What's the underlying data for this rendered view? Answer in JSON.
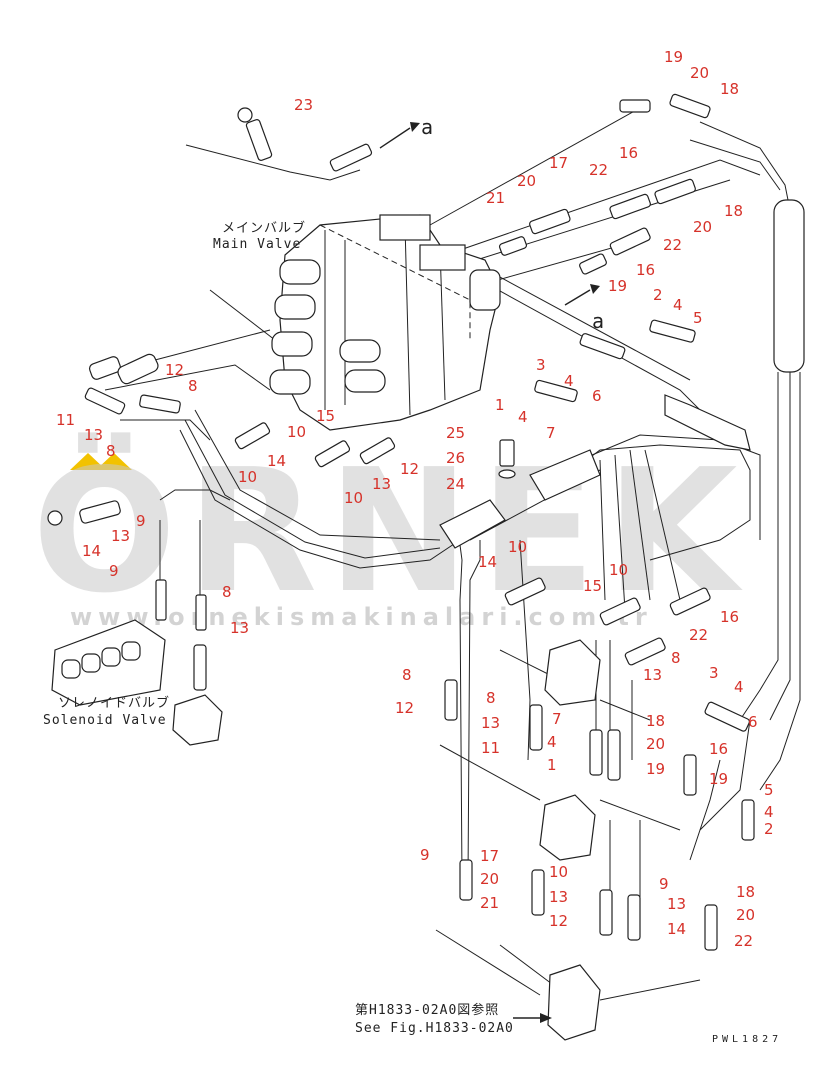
{
  "labels": {
    "main_valve_jp": "メインバルブ",
    "main_valve_en": "Main Valve",
    "solenoid_valve_jp": "ソレノイドバルブ",
    "solenoid_valve_en": "Solenoid Valve",
    "see_fig_jp": "第H1833-02A0図参照",
    "see_fig_en": "See Fig.H1833-02A0",
    "drawing_code": "PWL1827",
    "arrow_a_top": "a",
    "arrow_a_mid": "a"
  },
  "watermark": {
    "brand": "ÖRNEK",
    "url": "www.ornekismakinalari.com.tr",
    "accent_color": "#f2c200"
  },
  "colors": {
    "callout": "#d6322a",
    "line": "#222222"
  },
  "callouts": [
    {
      "id": "c1",
      "text": "19"
    },
    {
      "id": "c2",
      "text": "20"
    },
    {
      "id": "c3",
      "text": "18"
    },
    {
      "id": "c4",
      "text": "23"
    },
    {
      "id": "c5",
      "text": "17"
    },
    {
      "id": "c6",
      "text": "16"
    },
    {
      "id": "c7",
      "text": "20"
    },
    {
      "id": "c8",
      "text": "21"
    },
    {
      "id": "c9",
      "text": "22"
    },
    {
      "id": "c10",
      "text": "18"
    },
    {
      "id": "c11",
      "text": "22"
    },
    {
      "id": "c12",
      "text": "20"
    },
    {
      "id": "c13",
      "text": "16"
    },
    {
      "id": "c14",
      "text": "19"
    },
    {
      "id": "c15",
      "text": "2"
    },
    {
      "id": "c16",
      "text": "4"
    },
    {
      "id": "c17",
      "text": "5"
    },
    {
      "id": "c18",
      "text": "3"
    },
    {
      "id": "c19",
      "text": "4"
    },
    {
      "id": "c20",
      "text": "6"
    },
    {
      "id": "c21",
      "text": "1"
    },
    {
      "id": "c22",
      "text": "4"
    },
    {
      "id": "c23",
      "text": "7"
    },
    {
      "id": "c24",
      "text": "12"
    },
    {
      "id": "c25",
      "text": "8"
    },
    {
      "id": "c26",
      "text": "11"
    },
    {
      "id": "c27",
      "text": "13"
    },
    {
      "id": "c28",
      "text": "8"
    },
    {
      "id": "c29",
      "text": "10"
    },
    {
      "id": "c30",
      "text": "15"
    },
    {
      "id": "c31",
      "text": "14"
    },
    {
      "id": "c32",
      "text": "10"
    },
    {
      "id": "c33",
      "text": "12"
    },
    {
      "id": "c34",
      "text": "10"
    },
    {
      "id": "c35",
      "text": "13"
    },
    {
      "id": "c36",
      "text": "25"
    },
    {
      "id": "c37",
      "text": "26"
    },
    {
      "id": "c38",
      "text": "24"
    },
    {
      "id": "c39",
      "text": "9"
    },
    {
      "id": "c40",
      "text": "13"
    },
    {
      "id": "c41",
      "text": "14"
    },
    {
      "id": "c42",
      "text": "9"
    },
    {
      "id": "c43",
      "text": "8"
    },
    {
      "id": "c44",
      "text": "13"
    },
    {
      "id": "c45",
      "text": "10"
    },
    {
      "id": "c46",
      "text": "14"
    },
    {
      "id": "c47",
      "text": "15"
    },
    {
      "id": "c48",
      "text": "10"
    },
    {
      "id": "c49",
      "text": "22"
    },
    {
      "id": "c50",
      "text": "16"
    },
    {
      "id": "c51",
      "text": "8"
    },
    {
      "id": "c52",
      "text": "13"
    },
    {
      "id": "c53",
      "text": "3"
    },
    {
      "id": "c54",
      "text": "4"
    },
    {
      "id": "c55",
      "text": "6"
    },
    {
      "id": "c56",
      "text": "8"
    },
    {
      "id": "c57",
      "text": "12"
    },
    {
      "id": "c58",
      "text": "8"
    },
    {
      "id": "c59",
      "text": "7"
    },
    {
      "id": "c60",
      "text": "13"
    },
    {
      "id": "c61",
      "text": "4"
    },
    {
      "id": "c62",
      "text": "11"
    },
    {
      "id": "c63",
      "text": "1"
    },
    {
      "id": "c64",
      "text": "18"
    },
    {
      "id": "c65",
      "text": "20"
    },
    {
      "id": "c66",
      "text": "19"
    },
    {
      "id": "c67",
      "text": "16"
    },
    {
      "id": "c68",
      "text": "19"
    },
    {
      "id": "c69",
      "text": "5"
    },
    {
      "id": "c70",
      "text": "4"
    },
    {
      "id": "c71",
      "text": "2"
    },
    {
      "id": "c72",
      "text": "9"
    },
    {
      "id": "c73",
      "text": "17"
    },
    {
      "id": "c74",
      "text": "20"
    },
    {
      "id": "c75",
      "text": "21"
    },
    {
      "id": "c76",
      "text": "10"
    },
    {
      "id": "c77",
      "text": "13"
    },
    {
      "id": "c78",
      "text": "12"
    },
    {
      "id": "c79",
      "text": "9"
    },
    {
      "id": "c80",
      "text": "13"
    },
    {
      "id": "c81",
      "text": "14"
    },
    {
      "id": "c82",
      "text": "18"
    },
    {
      "id": "c83",
      "text": "20"
    },
    {
      "id": "c84",
      "text": "22"
    }
  ]
}
